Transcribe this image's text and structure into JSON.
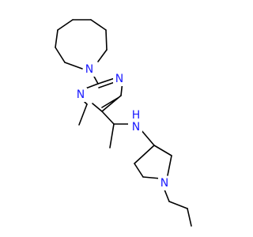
{
  "colors": {
    "background": "#ffffff",
    "bond": "#000000",
    "nitrogen": "#1a1aff"
  },
  "atoms": {
    "azocane_n": "N",
    "pyrimidine_n_upper": "N",
    "pyrimidine_n_lower": "N",
    "amine_n": "N",
    "amine_h": "H",
    "piperidine_n": "N"
  }
}
